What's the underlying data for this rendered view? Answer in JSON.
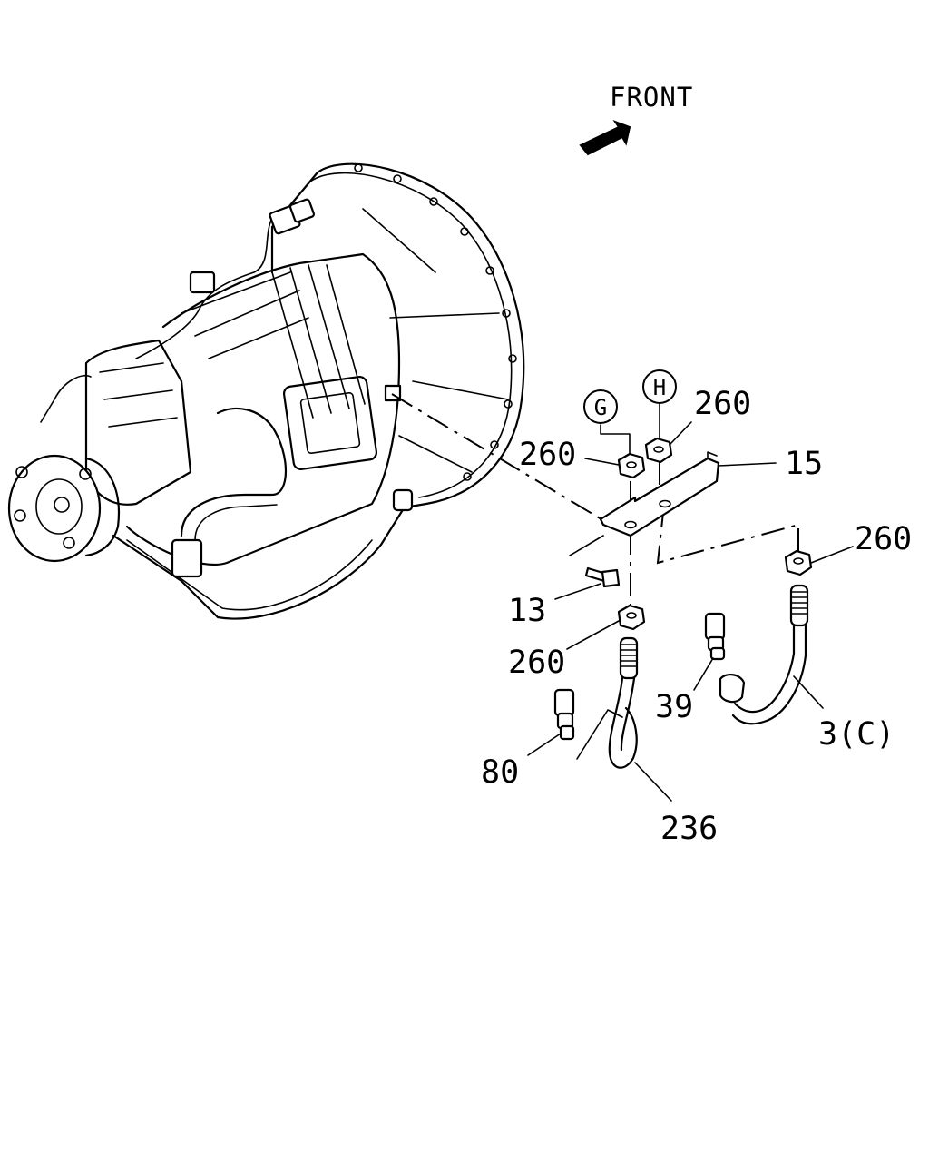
{
  "direction_label": "FRONT",
  "callouts": {
    "circle_g": "G",
    "circle_h": "H",
    "nut_top_right": "260",
    "nut_top_left": "260",
    "bracket": "15",
    "nut_right": "260",
    "bolt": "13",
    "nut_lower": "260",
    "fitting_39": "39",
    "pipe_3c": "3(C)",
    "fitting_80": "80",
    "pipe_236": "236"
  }
}
